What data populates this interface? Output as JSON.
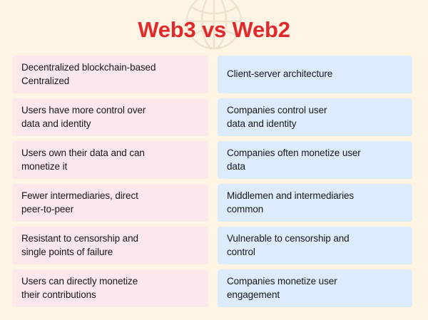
{
  "header": {
    "title": "Web3 vs Web2",
    "watermark_icon": "globe-icon",
    "title_color": "#e0292c"
  },
  "theme": {
    "background": "#fdf4e4",
    "left_card_bg": "#fce8ea",
    "right_card_bg": "#ddecfc",
    "text_color": "#18181b",
    "watermark_color": "#ece2cf"
  },
  "comparison": {
    "rows": [
      {
        "left": "Decentralized blockchain-based\nCentralized",
        "right": "Client-server architecture"
      },
      {
        "left": "Users have more control over\ndata and identity",
        "right": "Companies control user\ndata and identity"
      },
      {
        "left": "Users own their data and can\nmonetize it",
        "right": "Companies often monetize user\ndata"
      },
      {
        "left": "Fewer intermediaries, direct\npeer-to-peer",
        "right": "Middlemen and intermediaries\ncommon"
      },
      {
        "left": "Resistant to censorship and\nsingle points of failure",
        "right": "Vulnerable to censorship and\ncontrol"
      },
      {
        "left": "Users can directly monetize\ntheir contributions",
        "right": "Companies monetize user\nengagement"
      }
    ]
  }
}
